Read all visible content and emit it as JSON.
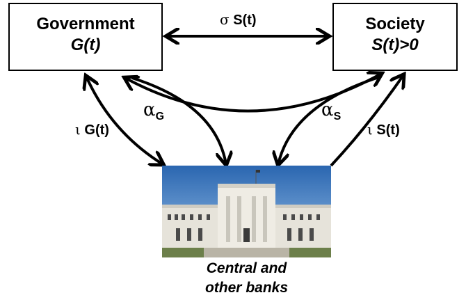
{
  "nodes": {
    "government": {
      "name": "Government",
      "formula": "G(t)"
    },
    "society": {
      "name": "Society",
      "formula": "S(t)>0"
    },
    "banks": {
      "caption_line1": "Central  and",
      "caption_line2": "other banks"
    }
  },
  "edges": {
    "gov_society": {
      "symbol": "σ",
      "expr": "S(t)"
    },
    "alpha_g": {
      "symbol": "α",
      "sub": "G"
    },
    "alpha_s": {
      "symbol": "α",
      "sub": "S"
    },
    "iota_g": {
      "symbol": "ι",
      "expr": "G(t)"
    },
    "iota_s": {
      "symbol": "ι",
      "expr": "S(t)"
    }
  },
  "colors": {
    "line": "#000000",
    "sky": "#2f6fb8",
    "building": "#e8e6df"
  }
}
